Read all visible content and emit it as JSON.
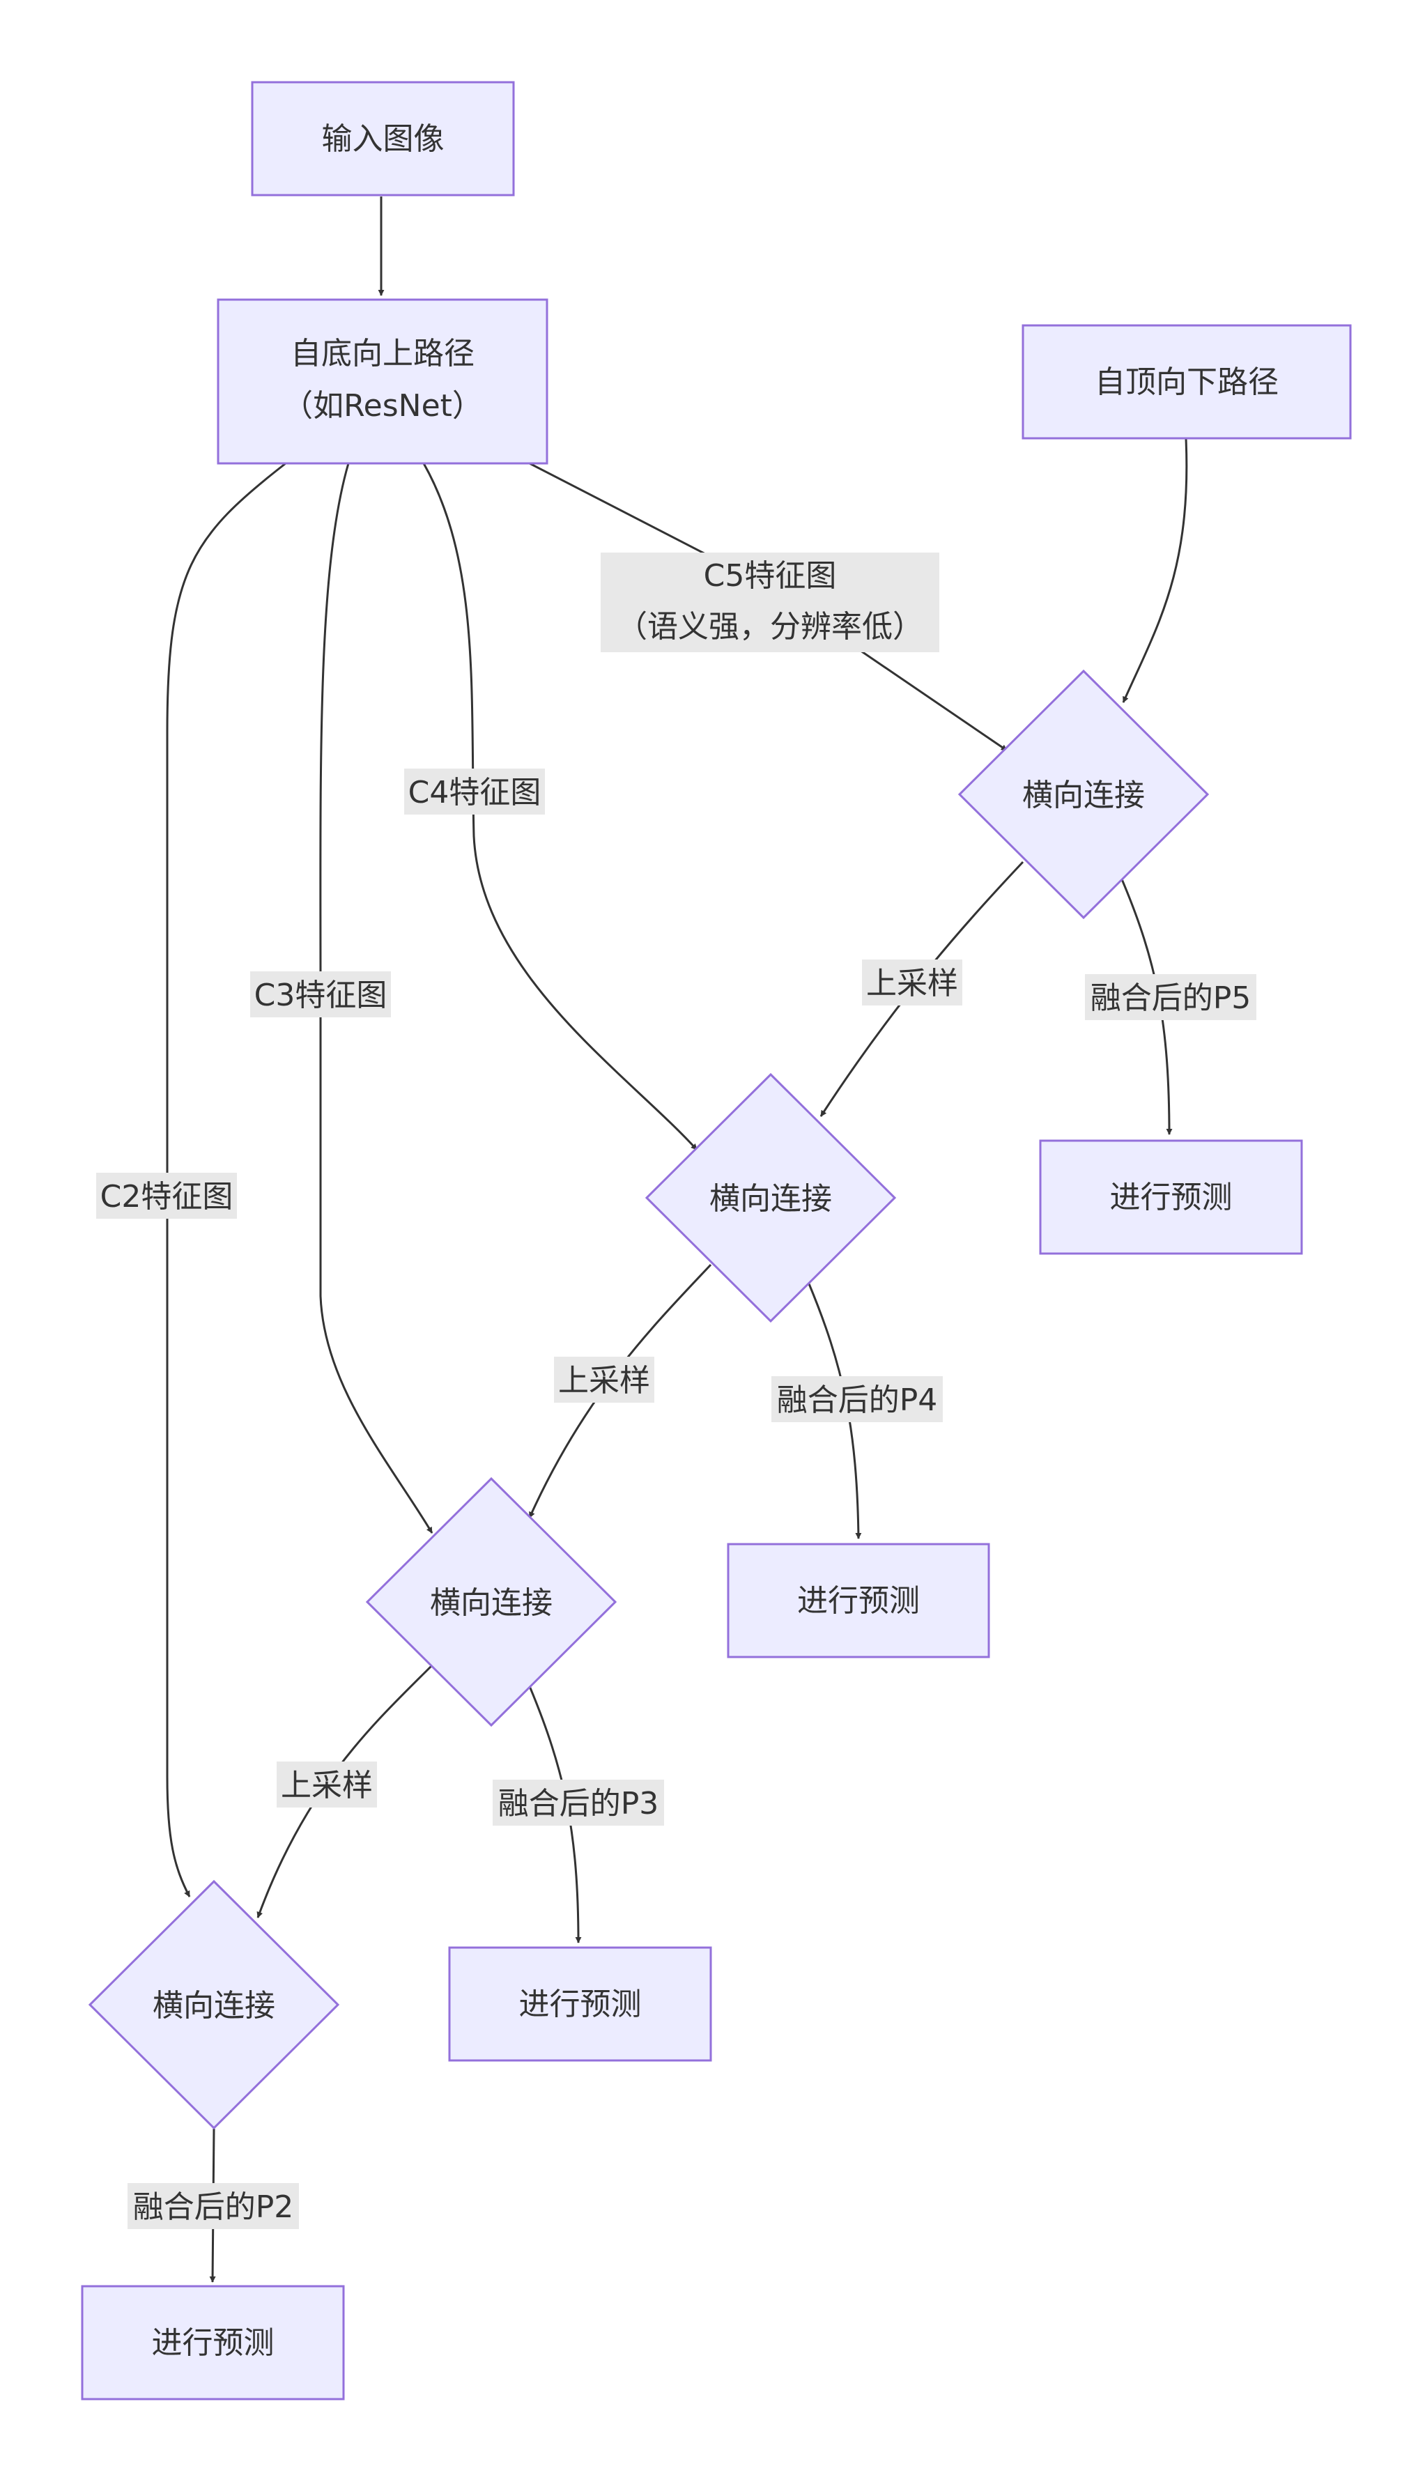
{
  "nodes": {
    "input": {
      "lines": [
        "输入图像"
      ]
    },
    "bottom_up": {
      "lines": [
        "自底向上路径",
        "（如ResNet）"
      ]
    },
    "top_down": {
      "lines": [
        "自顶向下路径"
      ]
    },
    "lat5": {
      "lines": [
        "横向连接"
      ]
    },
    "lat4": {
      "lines": [
        "横向连接"
      ]
    },
    "lat3": {
      "lines": [
        "横向连接"
      ]
    },
    "lat2": {
      "lines": [
        "横向连接"
      ]
    },
    "pred5": {
      "lines": [
        "进行预测"
      ]
    },
    "pred4": {
      "lines": [
        "进行预测"
      ]
    },
    "pred3": {
      "lines": [
        "进行预测"
      ]
    },
    "pred2": {
      "lines": [
        "进行预测"
      ]
    }
  },
  "edge_labels": {
    "c5": [
      "C5特征图",
      "（语义强，分辨率低）"
    ],
    "c4": [
      "C4特征图"
    ],
    "c3": [
      "C3特征图"
    ],
    "c2": [
      "C2特征图"
    ],
    "up5": [
      "上采样"
    ],
    "up4": [
      "上采样"
    ],
    "up3": [
      "上采样"
    ],
    "p5": [
      "融合后的P5"
    ],
    "p4": [
      "融合后的P4"
    ],
    "p3": [
      "融合后的P3"
    ],
    "p2": [
      "融合后的P2"
    ]
  },
  "colors": {
    "node_fill": "#ECECFF",
    "node_stroke": "#9370DB",
    "edge": "#333333",
    "label_bg": "#E8E8E8"
  }
}
